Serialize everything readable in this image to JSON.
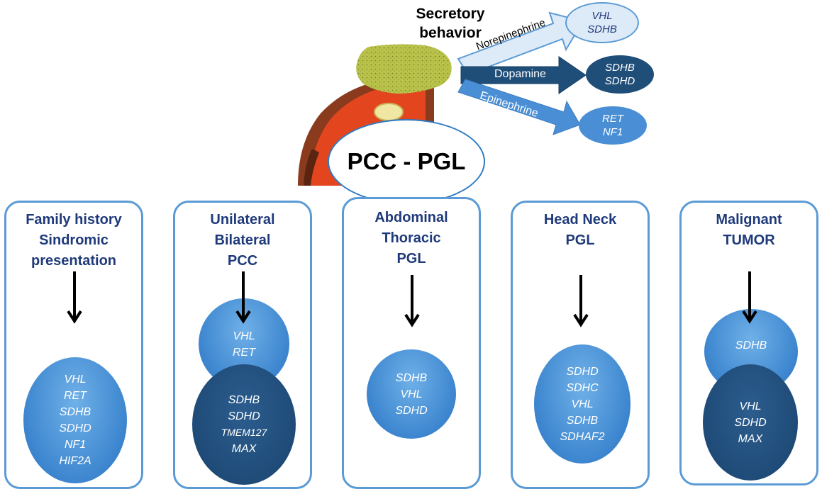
{
  "header": {
    "secretory_line1": "Secretory",
    "secretory_line2": "behavior",
    "center_label": "PCC - PGL"
  },
  "secretory": [
    {
      "hormone": "Norepinephrine",
      "genes": [
        "VHL",
        "SDHB"
      ]
    },
    {
      "hormone": "Dopamine",
      "genes": [
        "SDHB",
        "SDHD"
      ]
    },
    {
      "hormone": "Epinephrine",
      "genes": [
        "RET",
        "NF1"
      ]
    }
  ],
  "boxes": [
    {
      "title": [
        "Family history",
        "Sindromic",
        "presentation"
      ],
      "ellipses": [
        {
          "genes": [
            "VHL",
            "RET",
            "SDHB",
            "SDHD",
            "NF1",
            "HIF2A"
          ]
        }
      ]
    },
    {
      "title": [
        "Unilateral",
        "Bilateral",
        "PCC"
      ],
      "ellipses": [
        {
          "genes": [
            "VHL",
            "RET"
          ]
        },
        {
          "genes": [
            "SDHB",
            "SDHD",
            "TMEM127",
            "MAX"
          ]
        }
      ]
    },
    {
      "title": [
        "Abdominal",
        "Thoracic",
        "PGL"
      ],
      "ellipses": [
        {
          "genes": [
            "SDHB",
            "VHL",
            "SDHD"
          ]
        }
      ]
    },
    {
      "title": [
        "Head Neck",
        "PGL"
      ],
      "ellipses": [
        {
          "genes": [
            "SDHD",
            "SDHC",
            "VHL",
            "SDHB",
            "SDHAF2"
          ]
        }
      ]
    },
    {
      "title": [
        "Malignant",
        "TUMOR"
      ],
      "ellipses": [
        {
          "genes": [
            "SDHB"
          ]
        },
        {
          "genes": [
            "VHL",
            "SDHD",
            "MAX"
          ]
        }
      ]
    }
  ]
}
